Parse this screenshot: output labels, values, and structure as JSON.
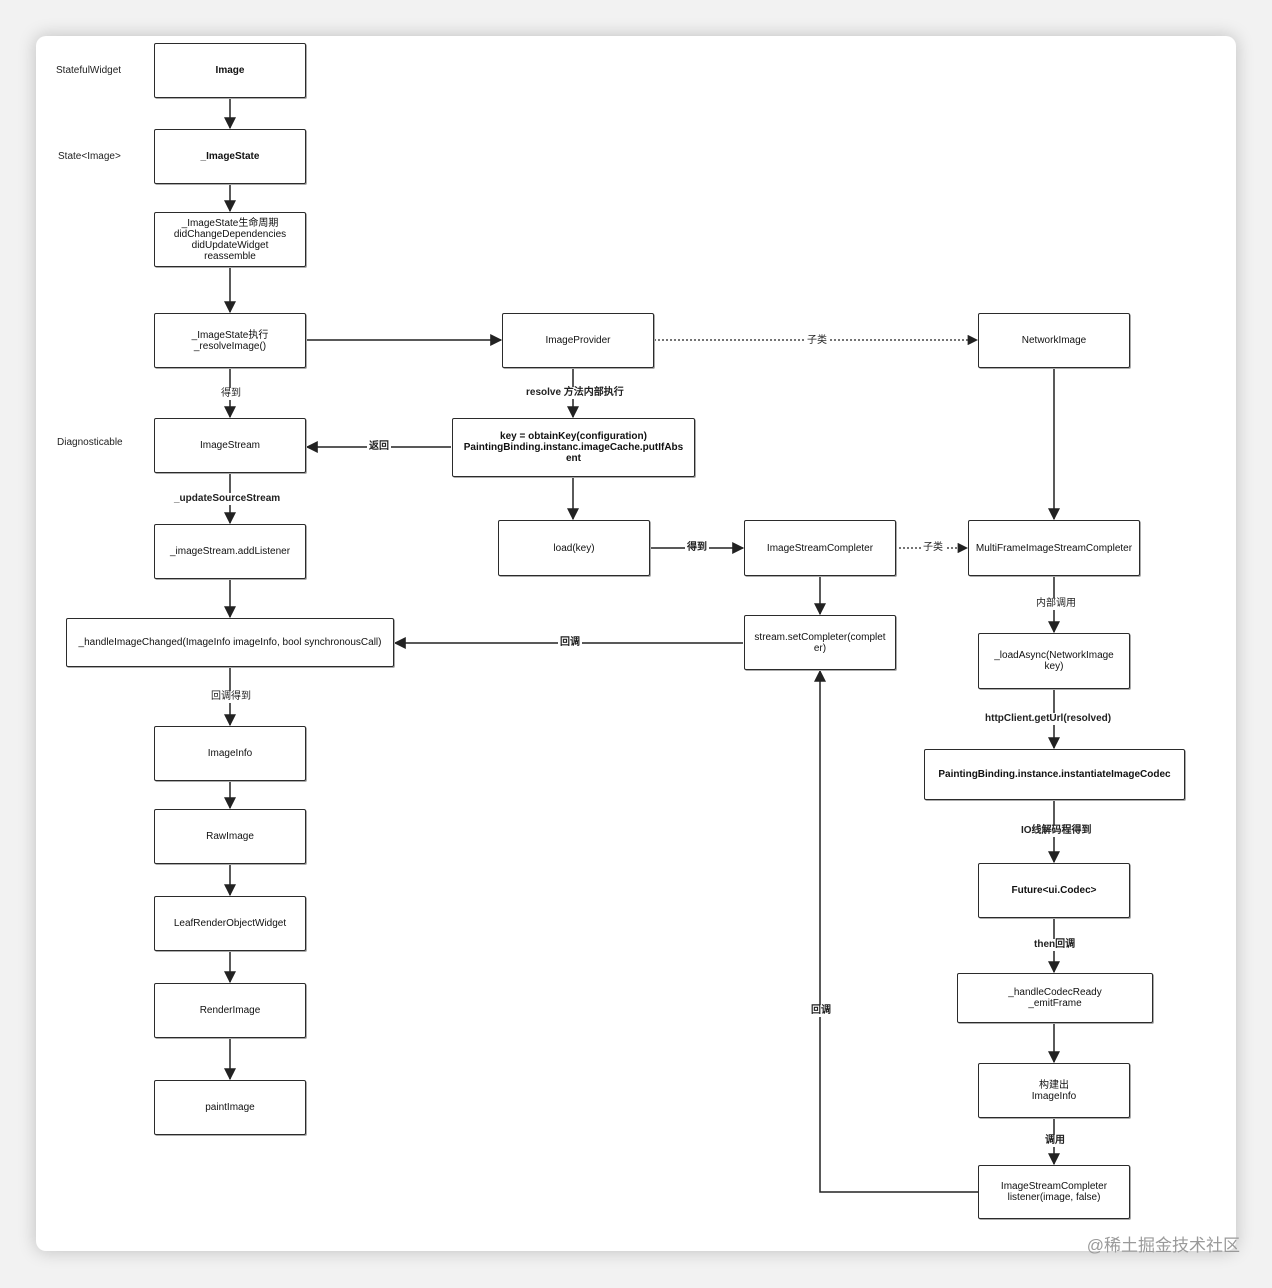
{
  "nodes": {
    "image": "Image",
    "image_state": "_ImageState",
    "lifecycle": "_ImageState生命周期\ndidChangeDependencies\ndidUpdateWidget\nreassemble",
    "resolve": "_ImageState执行\n_resolveImage()",
    "image_stream": "ImageStream",
    "add_listener": "_imageStream.addListener",
    "handle_changed": "_handleImageChanged(ImageInfo imageInfo, bool synchronousCall)",
    "image_info": "ImageInfo",
    "raw_image": "RawImage",
    "leaf_render": "LeafRenderObjectWidget",
    "render_image": "RenderImage",
    "paint_image": "paintImage",
    "image_provider": "ImageProvider",
    "obtain_key": "key = obtainKey(configuration)\nPaintingBinding.instanc.imageCache.putIfAbs\nent",
    "load_key": "load(key)",
    "stream_completer": "ImageStreamCompleter",
    "set_completer": "stream.setCompleter(complet\ner)",
    "network_image": "NetworkImage",
    "multi_frame": "MultiFrameImageStreamCompleter",
    "load_async": "_loadAsync(NetworkImage\nkey)",
    "instantiate_codec": "PaintingBinding.instance.instantiateImageCodec",
    "future_codec": "Future<ui.Codec>",
    "codec_ready": "_handleCodecReady\n_emitFrame",
    "build_info": "构建出\nImageInfo",
    "completer_listener": "ImageStreamCompleter\nlistener(image, false)"
  },
  "tags": {
    "stateful_widget": "StatefulWidget",
    "state_image": "State<Image>",
    "diagnosticable": "Diagnosticable"
  },
  "edge_labels": {
    "got": "得到",
    "update_source_stream": "_updateSourceStream",
    "callback_got": "回调得到",
    "resolve_inner": "resolve 方法内部执行",
    "returns": "返回",
    "subclass_1": "子类",
    "got_2": "得到",
    "subclass_2": "子类",
    "callback_1": "回调",
    "internal_call": "内部调用",
    "http_get": "httpClient.getUrl(resolved)",
    "io_decode": "IO线解码程得到",
    "then_callback": "then回调",
    "call": "调用",
    "callback_2": "回调"
  },
  "watermark": "@稀土掘金技术社区",
  "colors": {
    "line": "#222222",
    "border": "#2b2b2b",
    "page": "#f2f2f2"
  }
}
